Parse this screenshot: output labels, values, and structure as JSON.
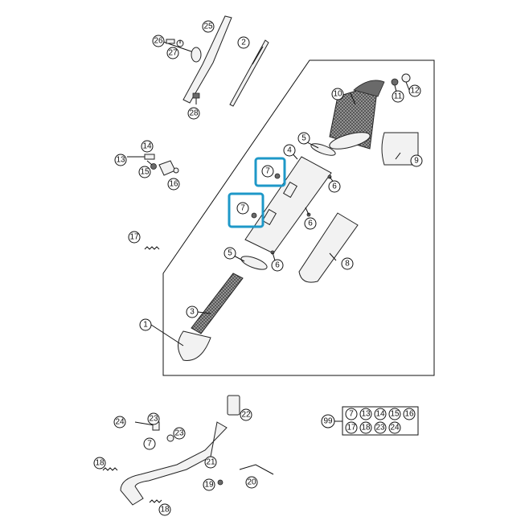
{
  "callouts": {
    "c1": "1",
    "c2": "2",
    "c3": "3",
    "c4": "4",
    "c5a": "5",
    "c5b": "5",
    "c6a": "6",
    "c6b": "6",
    "c6c": "6",
    "c7a": "7",
    "c7b": "7",
    "c7c": "7",
    "c8": "8",
    "c9": "9",
    "c10": "10",
    "c11": "11",
    "c12": "12",
    "c13": "13",
    "c14": "14",
    "c15": "15",
    "c16": "16",
    "c17": "17",
    "c18a": "18",
    "c18b": "18",
    "c19": "19",
    "c20": "20",
    "c21": "21",
    "c22": "22",
    "c23a": "23",
    "c23b": "23",
    "c24": "24",
    "c25": "25",
    "c26": "26",
    "c27": "27",
    "c28": "28"
  },
  "kit": {
    "label": "99",
    "row1": [
      "7",
      "13",
      "14",
      "15",
      "16"
    ],
    "row2": [
      "17",
      "18",
      "23",
      "24"
    ]
  },
  "highlight_color": "#1e98c8"
}
